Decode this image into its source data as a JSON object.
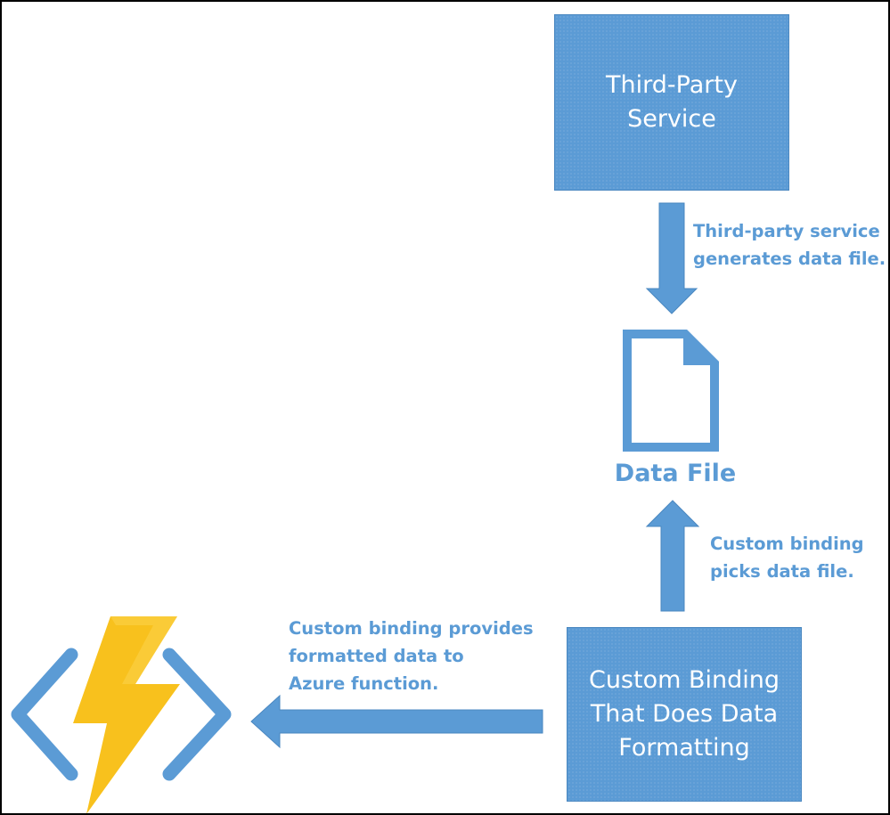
{
  "diagram": {
    "third_party_box": {
      "text": "Third-Party Service"
    },
    "custom_binding_box": {
      "text": "Custom Binding That Does Data Formatting"
    },
    "data_file": {
      "label": "Data File",
      "icon": "document-icon"
    },
    "azure_function": {
      "icon": "azure-functions-icon"
    },
    "edges": {
      "generates": "Third-party service\ngenerates data file.",
      "picks": "Custom binding\npicks data file.",
      "provides": "Custom binding provides\nformatted data to\nAzure function."
    }
  },
  "colors": {
    "box_fill": "#5b9bd5",
    "text_blue": "#5b9bd5",
    "bolt_yellow": "#f8c11d",
    "border": "#000000"
  }
}
